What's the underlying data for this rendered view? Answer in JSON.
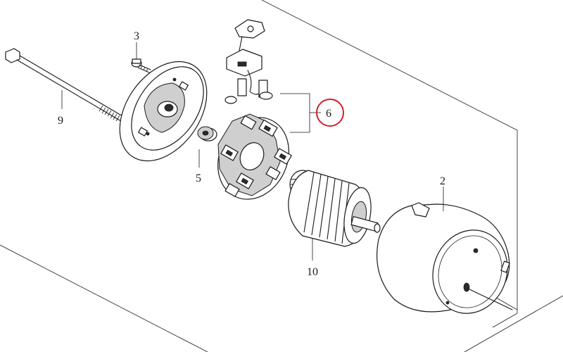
{
  "callouts": [
    {
      "id": "3",
      "text": "3"
    },
    {
      "id": "9",
      "text": "9"
    },
    {
      "id": "5",
      "text": "5"
    },
    {
      "id": "6",
      "text": "6"
    },
    {
      "id": "2",
      "text": "2"
    },
    {
      "id": "10",
      "text": "10"
    }
  ],
  "highlight": {
    "target": "6",
    "color": "#d0202a"
  }
}
